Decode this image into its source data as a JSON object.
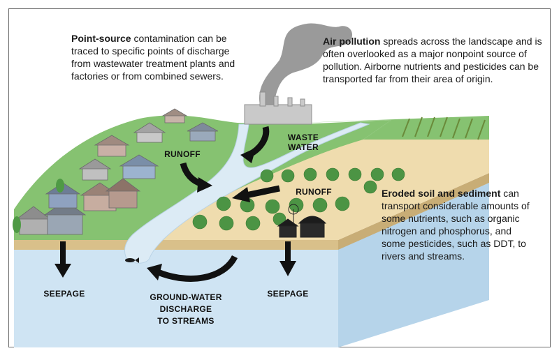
{
  "point_source": {
    "bold": "Point-source",
    "rest": " contamination can be traced to specific points of discharge from wastewater treatment plants and factories or from combined sewers."
  },
  "air_pollution": {
    "bold": "Air pollution",
    "rest": " spreads across the landscape and is often overlooked as a major nonpoint source of pollution. Airborne nutrients and pesticides can be transported far from their area of origin."
  },
  "eroded_soil": {
    "bold": "Eroded soil and sediment",
    "rest": " can transport considerable amounts of some nutrients, such as organic nitrogen and phosphorus, and some pesticides, such as DDT, to rivers and streams."
  },
  "labels": {
    "waste_water_1": "WASTE",
    "waste_water_2": "WATER",
    "runoff_left": "RUNOFF",
    "runoff_right": "RUNOFF",
    "seepage_left": "SEEPAGE",
    "seepage_right": "SEEPAGE",
    "groundwater_1": "GROUND-WATER",
    "groundwater_2": "DISCHARGE",
    "groundwater_3": "TO STREAMS"
  },
  "colors": {
    "grass": "#7fbf6a",
    "soil_field": "#efd9a8",
    "water": "#cfe4f3",
    "stream": "#dcebf5",
    "block_side": "#bcd9ee",
    "smoke": "#9a9a9a",
    "arrow": "#111111"
  }
}
